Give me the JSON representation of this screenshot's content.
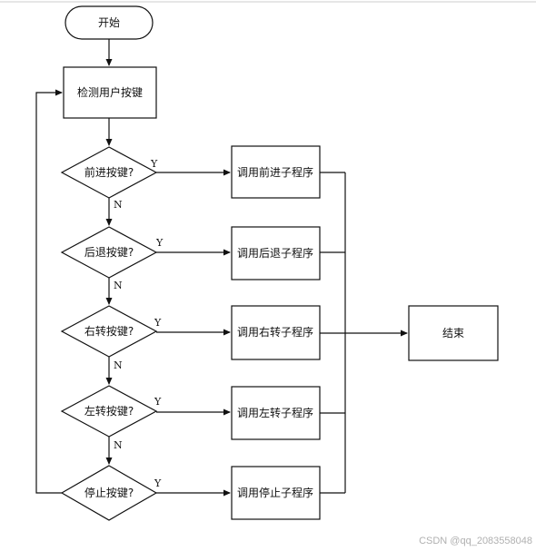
{
  "nodes": {
    "start": "开始",
    "detect": "检测用户按键",
    "d_forward": "前进按键?",
    "d_backward": "后退按键?",
    "d_right": "右转按键?",
    "d_left": "左转按键?",
    "d_stop": "停止按键?",
    "p_forward": "调用前进子程序",
    "p_backward": "调用后退子程序",
    "p_right": "调用右转子程序",
    "p_left": "调用左转子程序",
    "p_stop": "调用停止子程序",
    "end": "结束"
  },
  "labels": {
    "yes": "Y",
    "no": "N"
  },
  "watermark": "CSDN @qq_2083558048",
  "colors": {
    "stroke": "#111111",
    "background": "#ffffff",
    "watermark": "#b0b0b0"
  }
}
